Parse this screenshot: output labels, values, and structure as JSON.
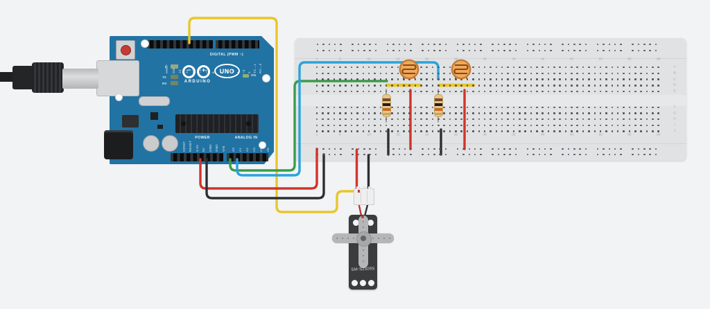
{
  "canvas": {
    "bg": "#f2f3f5"
  },
  "arduino": {
    "name": "Arduino Uno R3",
    "board_color": "#2173a4",
    "brand": "ARDUINO",
    "model": "UNO",
    "digital_caption": "DIGITAL (PWM ~)",
    "power_caption": "POWER",
    "analog_caption": "ANALOG IN",
    "on_label": "ON",
    "led_labels": [
      "L",
      "TX",
      "RX"
    ],
    "digital_pins_left": [
      "AREF",
      "GND",
      "13",
      "12",
      "~11",
      "~10",
      "~9",
      "8"
    ],
    "digital_pins_right": [
      "7",
      "~6",
      "~5",
      "4",
      "~3",
      "2",
      "TX→1",
      "RX←0"
    ],
    "power_pins": [
      "IOREF",
      "RESET",
      "3.3V",
      "5V",
      "GND",
      "GND",
      "VIN"
    ],
    "analog_pins": [
      "A0",
      "A1",
      "A2",
      "A3",
      "A4",
      "A5"
    ]
  },
  "breadboard": {
    "body_color": "#e1e2e3",
    "hole_color": "#53555a",
    "column_labels": [
      "1",
      "5",
      "10",
      "15",
      "20",
      "25",
      "30",
      "35",
      "40",
      "45",
      "50",
      "55",
      "60"
    ],
    "row_letters_top": [
      "A",
      "B",
      "C",
      "D",
      "E"
    ],
    "row_letters_bottom": [
      "F",
      "G",
      "H",
      "I",
      "J"
    ]
  },
  "servo": {
    "label": "SM-S2309S",
    "body_color": "#3b3c3e",
    "horn_color": "#b5b6b8"
  },
  "photoresistors": [
    {
      "name": "photoresistor-1",
      "body_color": "#efa95c",
      "trace_color": "#8a4713"
    },
    {
      "name": "photoresistor-2",
      "body_color": "#efa95c",
      "trace_color": "#8a4713"
    }
  ],
  "resistors": [
    {
      "name": "resistor-1",
      "body_color": "#e7c692",
      "band_colors": [
        "#7a4a21",
        "#1f1f1f",
        "#c96a1e",
        "#caa64f"
      ]
    },
    {
      "name": "resistor-2",
      "body_color": "#e7c692",
      "band_colors": [
        "#7a4a21",
        "#1f1f1f",
        "#c96a1e",
        "#caa64f"
      ]
    }
  ],
  "wires": [
    {
      "name": "wire-pin11-servo-signal",
      "color": "#e8c62b"
    },
    {
      "name": "wire-5v-to-rail",
      "color": "#d0342c"
    },
    {
      "name": "wire-gnd-to-rail",
      "color": "#2d2e30"
    },
    {
      "name": "wire-a0-to-ldr1",
      "color": "#3a9d4a"
    },
    {
      "name": "wire-a1-to-ldr2",
      "color": "#29a3dc"
    },
    {
      "name": "wire-rail-to-servo-power",
      "color": "#d0342c"
    },
    {
      "name": "wire-rail-to-servo-gnd",
      "color": "#2d2e30"
    },
    {
      "name": "wire-ldr1-to-5v-rail",
      "color": "#d0342c"
    },
    {
      "name": "wire-ldr2-to-5v-rail",
      "color": "#d0342c"
    },
    {
      "name": "wire-r1-to-gnd-rail",
      "color": "#2d2e30"
    },
    {
      "name": "wire-r2-to-gnd-rail",
      "color": "#2d2e30"
    },
    {
      "name": "jumper-ldr1-divider",
      "color": "#e8c62b"
    },
    {
      "name": "jumper-ldr2-divider",
      "color": "#e8c62b"
    },
    {
      "name": "servo-lead-power",
      "color": "#c0392b"
    },
    {
      "name": "servo-lead-gnd",
      "color": "#2d2e30"
    }
  ]
}
